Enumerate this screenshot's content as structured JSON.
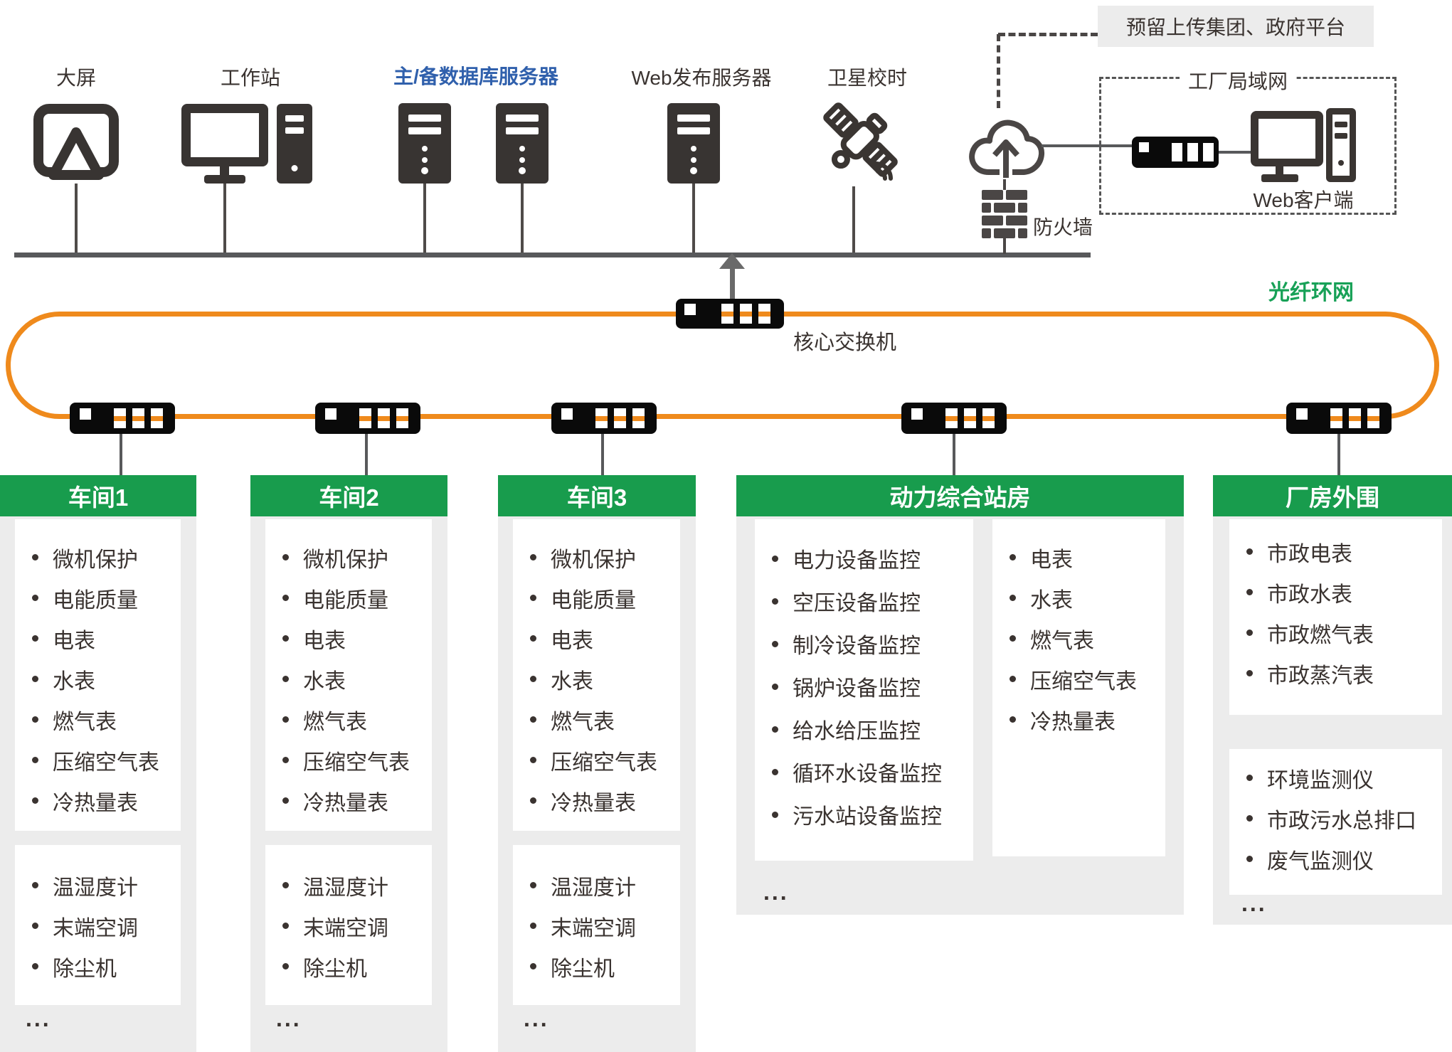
{
  "colors": {
    "green_bar": "#189c4d",
    "green_text": "#17a157",
    "orange_ring": "#ef8a1c",
    "blue_label": "#3060ac",
    "line_gray": "#58595b",
    "icon_dark": "#3a3532",
    "panel_gray": "#ececec"
  },
  "top": {
    "bigscreen": "大屏",
    "workstation": "工作站",
    "db_server": "主/备数据库服务器",
    "web_server": "Web发布服务器",
    "satellite": "卫星校时",
    "reserved_platform": "预留上传集团、政府平台",
    "factory_lan": "工厂局域网",
    "web_client": "Web客户端",
    "firewall": "防火墙"
  },
  "ring": {
    "label": "光纤环网",
    "core_switch": "核心交换机"
  },
  "columns": [
    {
      "title": "车间1",
      "group1": [
        "微机保护",
        "电能质量",
        "电表",
        "水表",
        "燃气表",
        "压缩空气表",
        "冷热量表"
      ],
      "group2": [
        "温湿度计",
        "末端空调",
        "除尘机"
      ],
      "more": "..."
    },
    {
      "title": "车间2",
      "group1": [
        "微机保护",
        "电能质量",
        "电表",
        "水表",
        "燃气表",
        "压缩空气表",
        "冷热量表"
      ],
      "group2": [
        "温湿度计",
        "末端空调",
        "除尘机"
      ],
      "more": "..."
    },
    {
      "title": "车间3",
      "group1": [
        "微机保护",
        "电能质量",
        "电表",
        "水表",
        "燃气表",
        "压缩空气表",
        "冷热量表"
      ],
      "group2": [
        "温湿度计",
        "末端空调",
        "除尘机"
      ],
      "more": "..."
    },
    {
      "title": "动力综合站房",
      "group1": [
        "电力设备监控",
        "空压设备监控",
        "制冷设备监控",
        "锅炉设备监控",
        "给水给压监控",
        "循环水设备监控",
        "污水站设备监控"
      ],
      "group2": [
        "电表",
        "水表",
        "燃气表",
        "压缩空气表",
        "冷热量表"
      ],
      "more": "..."
    },
    {
      "title": "厂房外围",
      "group1": [
        "市政电表",
        "市政水表",
        "市政燃气表",
        "市政蒸汽表"
      ],
      "group2": [
        "环境监测仪",
        "市政污水总排口",
        "废气监测仪"
      ],
      "more": "..."
    }
  ]
}
